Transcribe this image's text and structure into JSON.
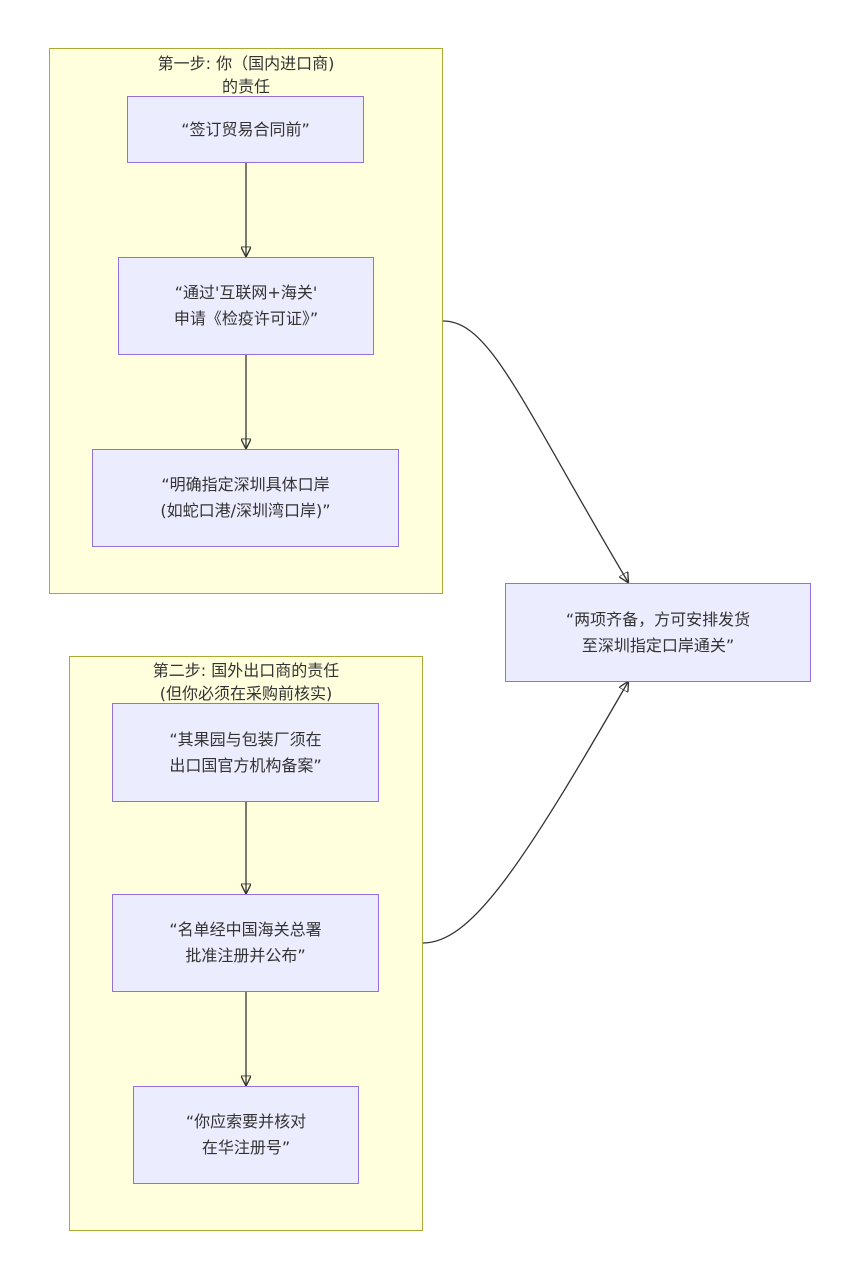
{
  "clusters": {
    "step1": {
      "title": "第一步: 你（国内进口商)\n的责任"
    },
    "step2": {
      "title": "第二步: 国外出口商的责任\n(但你必须在采购前核实)"
    }
  },
  "nodes": {
    "a1": "“签订贸易合同前”",
    "a2": "“通过'互联网+海关'\n申请《检疫许可证》”",
    "a3": "“明确指定深圳具体口岸\n(如蛇口港/深圳湾口岸)”",
    "b1": "“其果园与包装厂须在\n出口国官方机构备案”",
    "b2": "“名单经中国海关总署\n批准注册并公布”",
    "b3": "“你应索要并核对\n在华注册号”",
    "c1": "“两项齐备，方可安排发货\n至深圳指定口岸通关”"
  },
  "colors": {
    "cluster_fill": "#ffffde",
    "cluster_stroke": "#aaaa33",
    "node_fill": "#ececff",
    "node_stroke": "#9370db",
    "edge": "#333333"
  }
}
